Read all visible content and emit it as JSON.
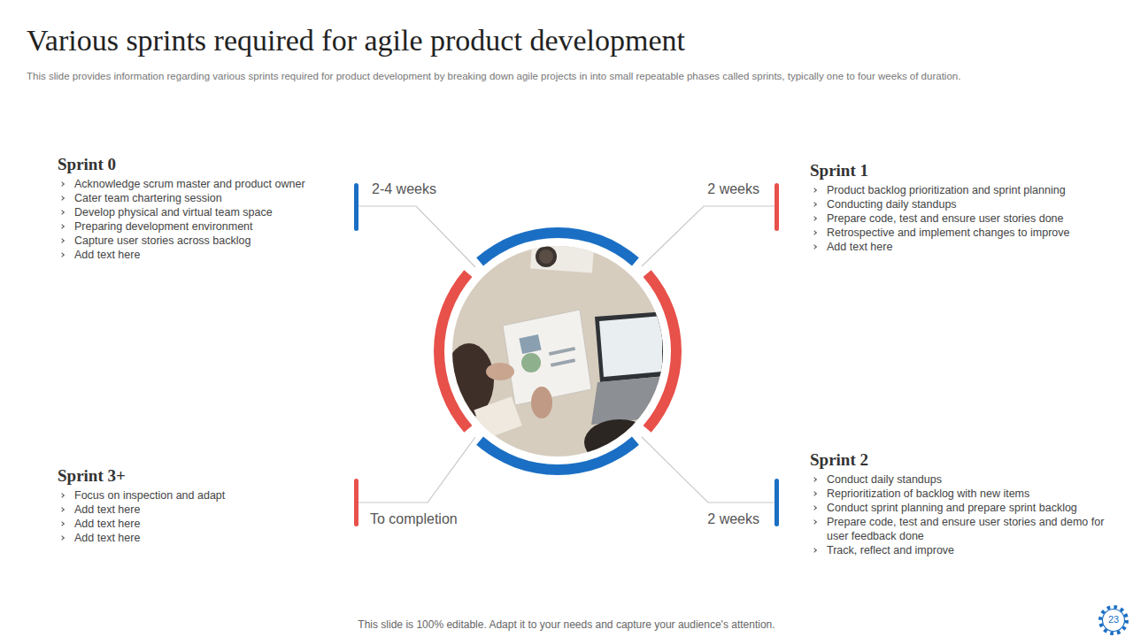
{
  "diagram": {
    "title": "Various sprints required for agile product development",
    "caption": "This slide provides information regarding various sprints required for product development by breaking down agile projects in into small repeatable phases called sprints, typically one to four weeks of duration.",
    "nodes": [
      {
        "text": [
          "Sprint 0",
          "Acknowledge scrum master and product owner",
          "Cater team chartering session",
          "Develop physical and virtual team space",
          "Preparing development environment",
          "Capture user stories across backlog",
          "Add text here"
        ]
      },
      {
        "text": [
          "Sprint 1",
          "Product backlog prioritization and sprint planning",
          "Conducting daily standups",
          "Prepare code, test and ensure user stories done",
          "Retrospective and implement changes to improve",
          "Add text here"
        ]
      },
      {
        "text": [
          "Sprint 2",
          "Conduct daily standups",
          "Reprioritization of backlog with new items",
          "Conduct sprint planning and prepare sprint backlog",
          "Prepare code, test and ensure user stories and demo for user feedback done",
          "Track, reflect and improve"
        ]
      },
      {
        "text": [
          "Sprint 3+",
          "Focus on inspection and adapt",
          "Add text here",
          "Add text here",
          "Add text here"
        ]
      }
    ],
    "labels": [
      "2-4 weeks",
      "2 weeks",
      "To completion",
      "2 weeks",
      "This slide is 100% editable. Adapt it to your needs and capture your audience's attention.",
      "23"
    ]
  }
}
